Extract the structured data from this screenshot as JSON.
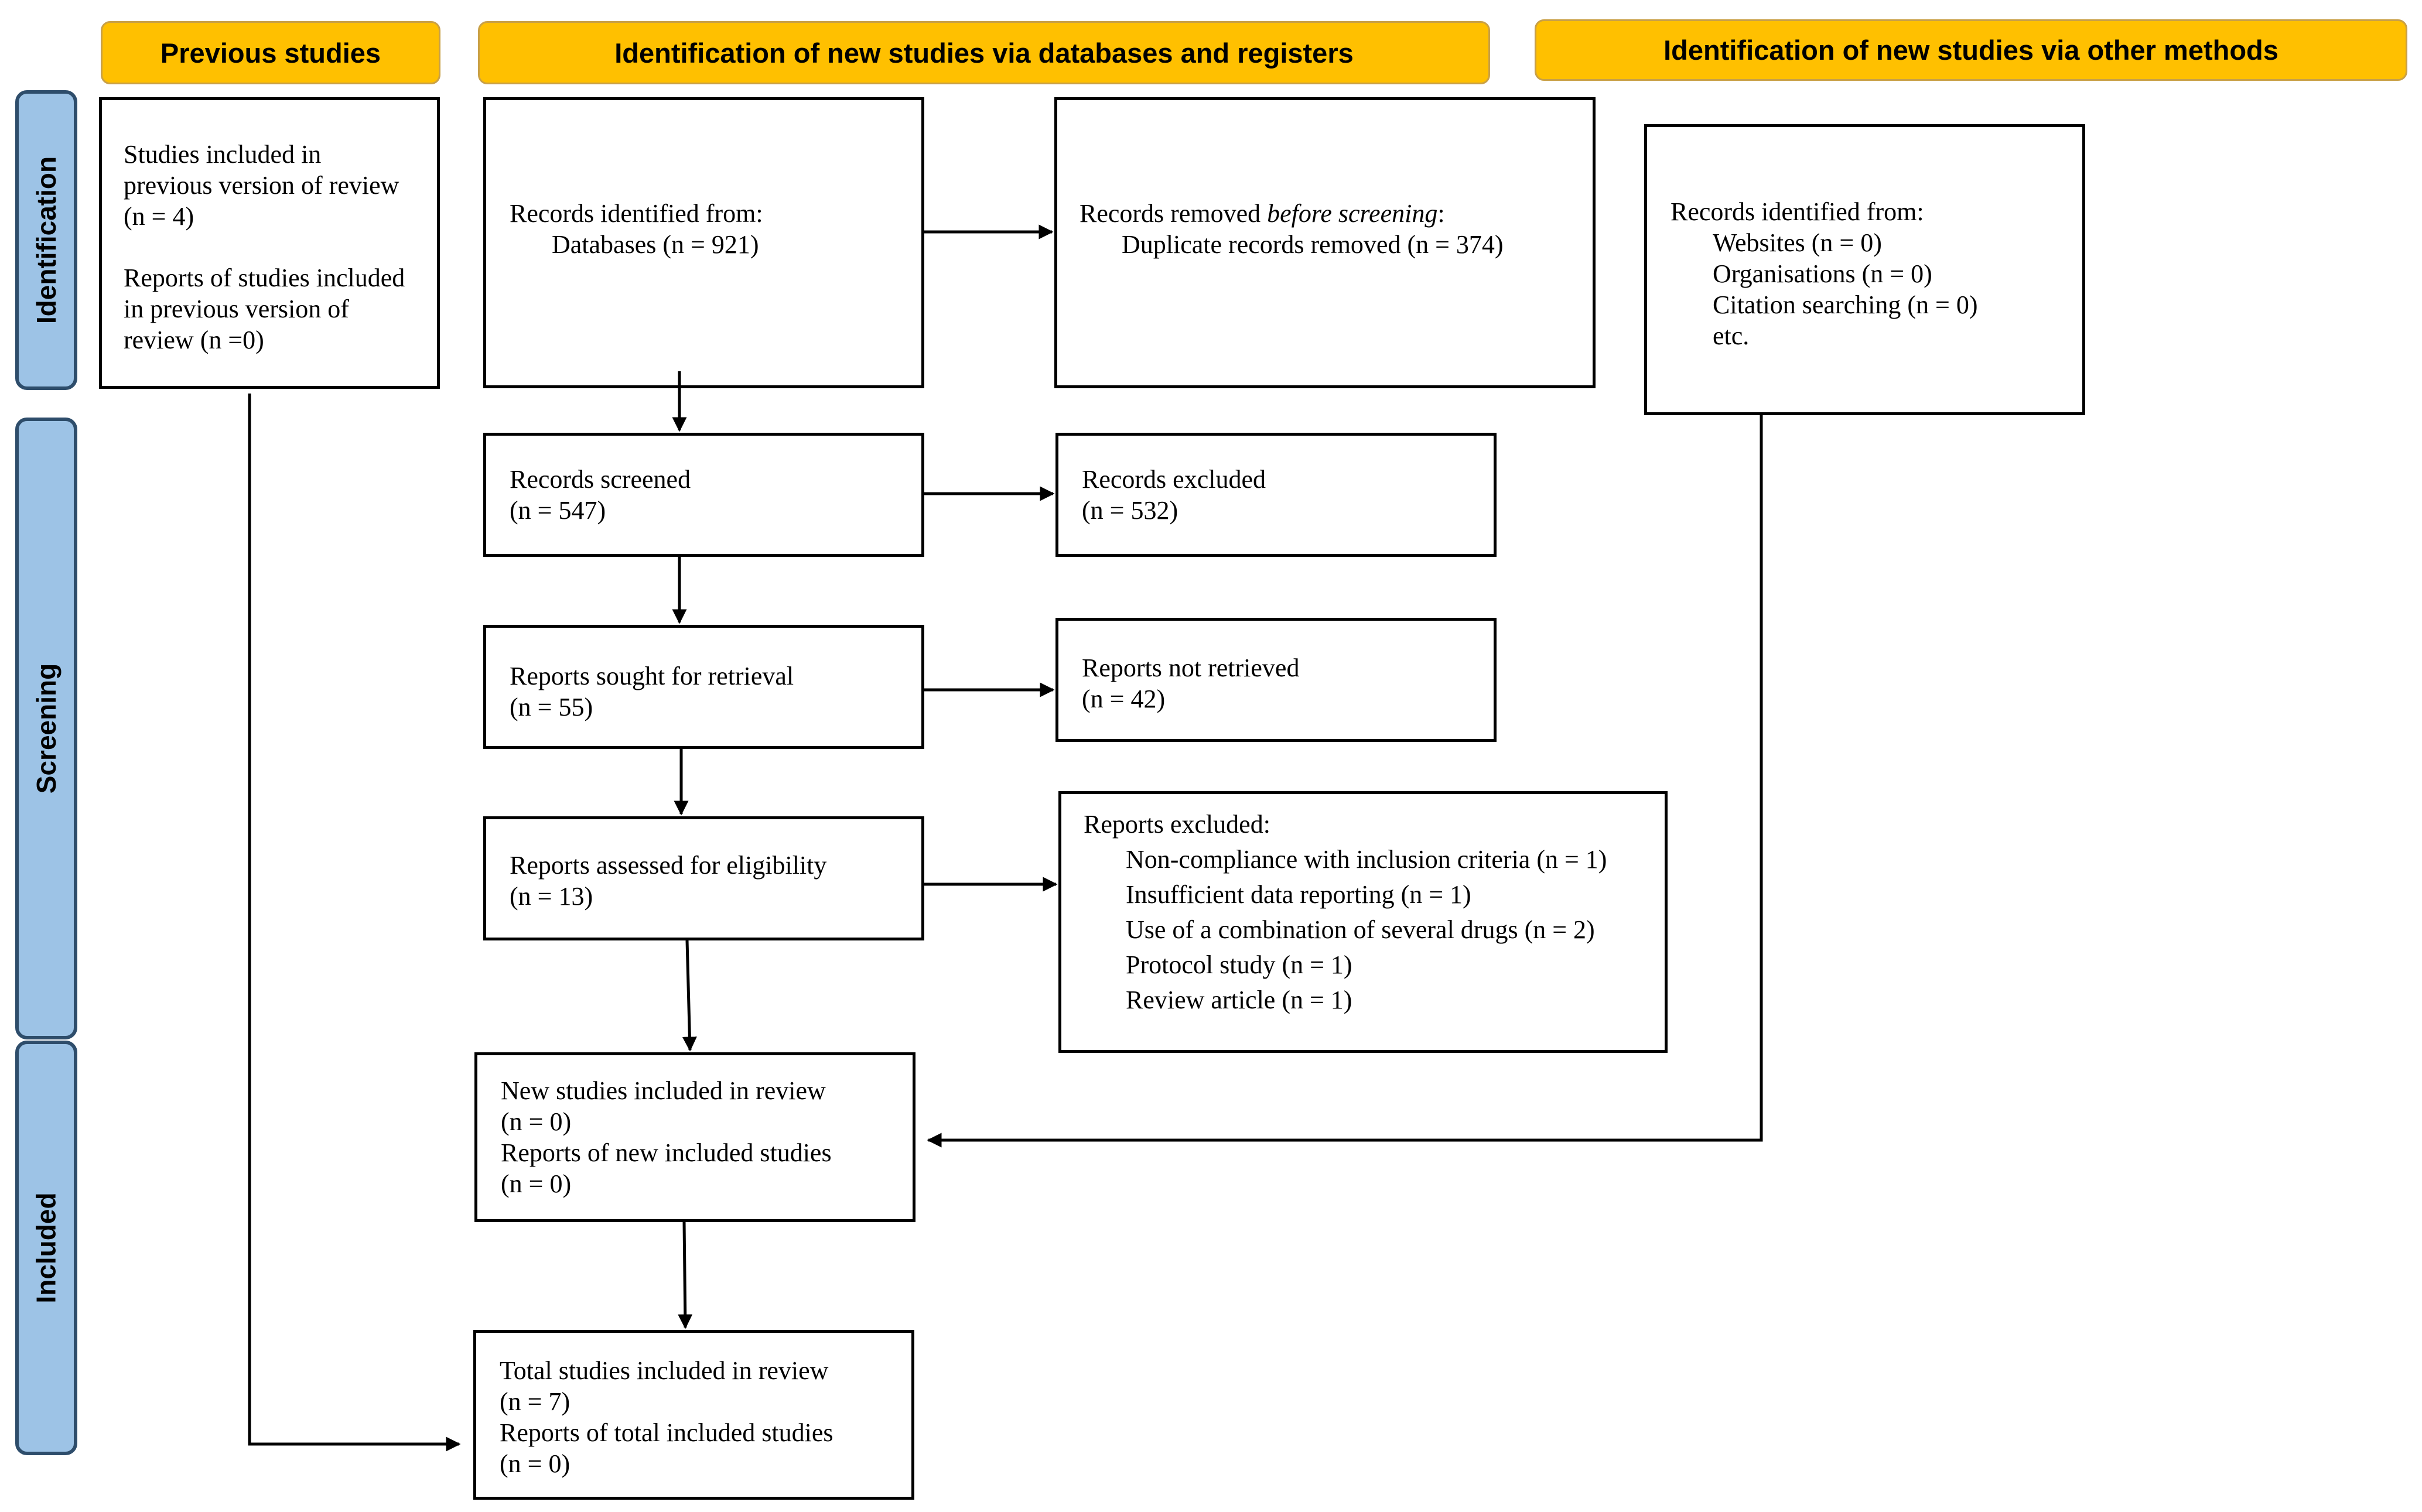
{
  "headers": {
    "previous": "Previous studies",
    "databases": "Identification of new studies via databases and registers",
    "other": "Identification of new studies via other methods"
  },
  "stages": {
    "identification": "Identification",
    "screening": "Screening",
    "included": "Included"
  },
  "previous_box": {
    "line1": "Studies included in",
    "line2": "previous version of review",
    "line3": "(n = 4)",
    "line4": "Reports of studies included",
    "line5": "in previous version of",
    "line6": "review (n =0)"
  },
  "records_identified": {
    "line1": "Records identified from:",
    "line2": "Databases (n = 921)"
  },
  "records_removed": {
    "prefix": "Records removed ",
    "italic": "before screening",
    "suffix": ":",
    "line2": "Duplicate records removed (n = 374)"
  },
  "other_identified": {
    "line1": "Records identified from:",
    "line2": "Websites (n = 0)",
    "line3": "Organisations (n = 0)",
    "line4": "Citation searching (n = 0)",
    "line5": "etc."
  },
  "records_screened": {
    "line1": "Records screened",
    "line2": "(n = 547)"
  },
  "records_excluded": {
    "line1": "Records excluded",
    "line2": "(n = 532)"
  },
  "reports_sought": {
    "line1": "Reports sought for retrieval",
    "line2": "(n = 55)"
  },
  "reports_not_retrieved": {
    "line1": "Reports not retrieved",
    "line2": "(n = 42)"
  },
  "reports_assessed": {
    "line1": "Reports assessed for eligibility",
    "line2": "(n = 13)"
  },
  "reports_excluded": {
    "title": "Reports excluded:",
    "reasons": [
      "Non-compliance with inclusion criteria (n = 1)",
      "Insufficient data reporting (n = 1)",
      "Use of a combination of several drugs (n = 2)",
      "Protocol study (n = 1)",
      "Review article (n = 1)"
    ]
  },
  "new_included": {
    "line1": "New studies included in review",
    "line2": "(n = 0)",
    "line3": "Reports of new included studies",
    "line4": "(n = 0)"
  },
  "total_included": {
    "line1": "Total studies included in review",
    "line2": "(n = 7)",
    "line3": "Reports of total included studies",
    "line4": "(n = 0)"
  },
  "colors": {
    "header_fill": "#ffc000",
    "stage_fill": "#9dc3e6",
    "stage_border": "#2e4d6b"
  }
}
